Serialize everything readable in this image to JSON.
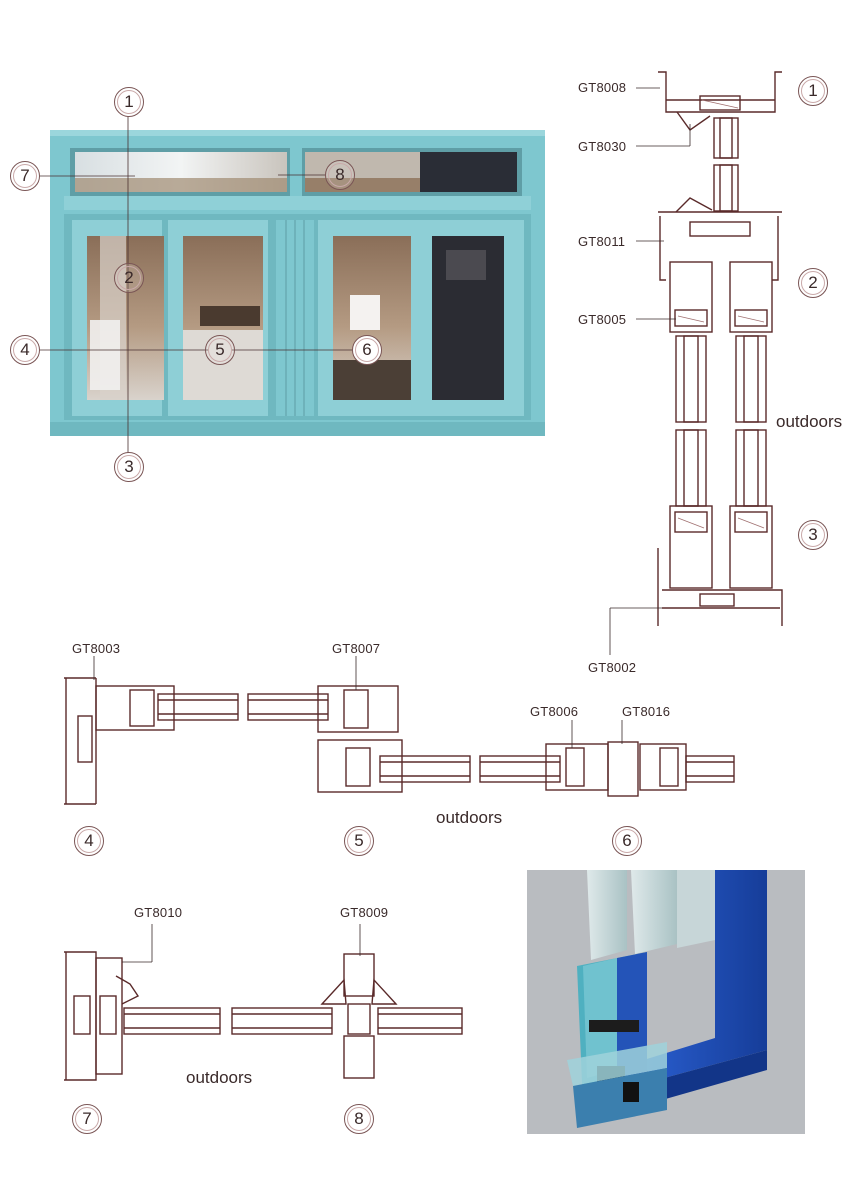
{
  "photo_callouts": {
    "c1": "1",
    "c2": "2",
    "c3": "3",
    "c4": "4",
    "c5": "5",
    "c6": "6",
    "c7": "7",
    "c8": "8"
  },
  "vertical_section": {
    "profiles": [
      "GT8008",
      "GT8030",
      "GT8011",
      "GT8005",
      "GT8002"
    ],
    "numbers": [
      "1",
      "2",
      "3"
    ],
    "outdoors_label": "outdoors"
  },
  "horizontal_section_a": {
    "profiles": [
      "GT8003",
      "GT8007",
      "GT8006",
      "GT8016"
    ],
    "numbers": [
      "4",
      "5",
      "6"
    ],
    "outdoors_label": "outdoors"
  },
  "horizontal_section_b": {
    "profiles": [
      "GT8010",
      "GT8009"
    ],
    "numbers": [
      "7",
      "8"
    ],
    "outdoors_label": "outdoors"
  },
  "colors": {
    "frame_teal": "#7ec7cf",
    "profile_line": "#5a2a2a",
    "render_blue": "#1f4fb5",
    "render_bg": "#b9bcc0"
  }
}
